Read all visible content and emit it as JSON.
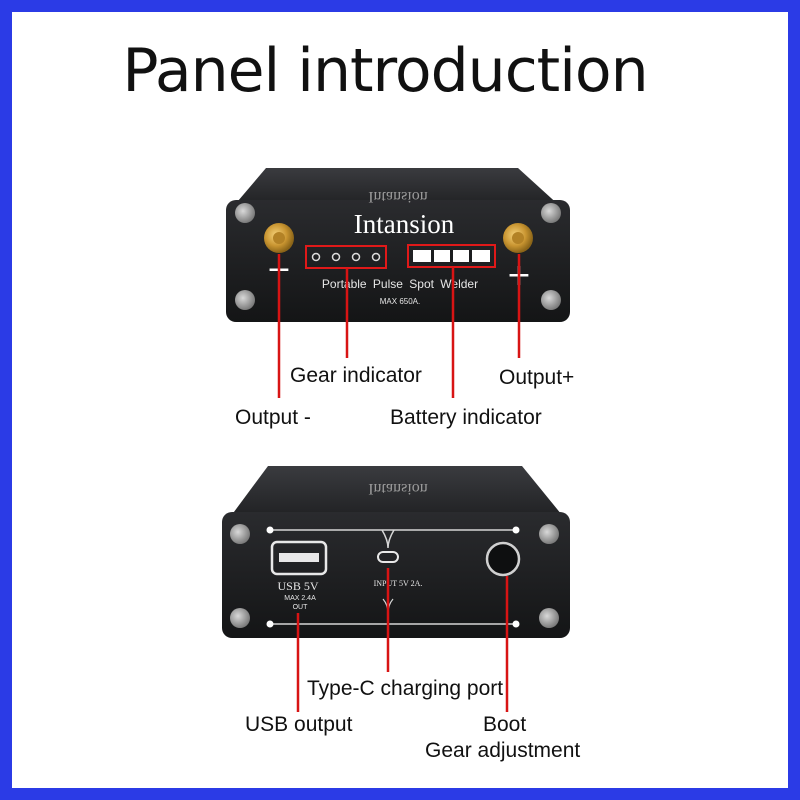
{
  "title": "Panel introduction",
  "colors": {
    "frame": "#2b3be6",
    "callout": "#d81414",
    "device": "#1b1c1e"
  },
  "front_panel": {
    "brand_top": "Intansion",
    "brand": "Intansion",
    "product": "Portable Pulse Spot Welder",
    "max_rating": "MAX 650A.",
    "minus_sign": "−",
    "plus_sign": "+",
    "labels": {
      "gear_indicator": "Gear indicator",
      "output_plus": "Output+",
      "output_minus": "Output -",
      "battery_indicator": "Battery indicator"
    }
  },
  "back_panel": {
    "brand_top": "Intansion",
    "usb_text": "USB 5V",
    "usb_rating": "MAX 2.4A",
    "usb_out": "OUT",
    "input_text": "INPUT 5V  2A.",
    "labels": {
      "typec_port": "Type-C charging port",
      "usb_output": "USB output",
      "boot": "Boot",
      "gear_adjustment": "Gear adjustment"
    }
  }
}
